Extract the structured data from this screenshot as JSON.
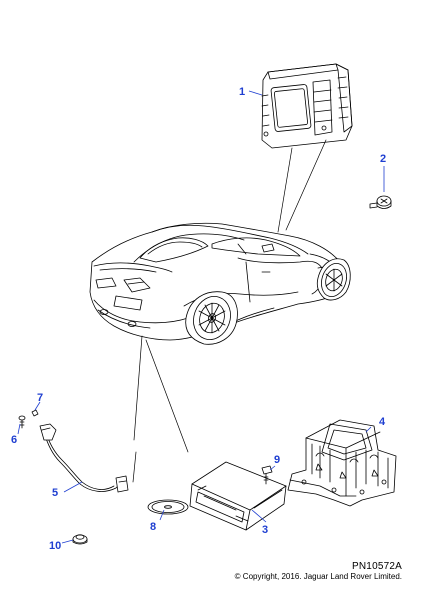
{
  "callout_color": "#1f3fd1",
  "line_color": "#000000",
  "callouts": {
    "c1": "1",
    "c2": "2",
    "c3": "3",
    "c4": "4",
    "c5": "5",
    "c6": "6",
    "c7": "7",
    "c8": "8",
    "c9": "9",
    "c10": "10"
  },
  "footer": {
    "part_number": "PN10572A",
    "copyright": "© Copyright, 2016. Jaguar Land Rover Limited."
  }
}
